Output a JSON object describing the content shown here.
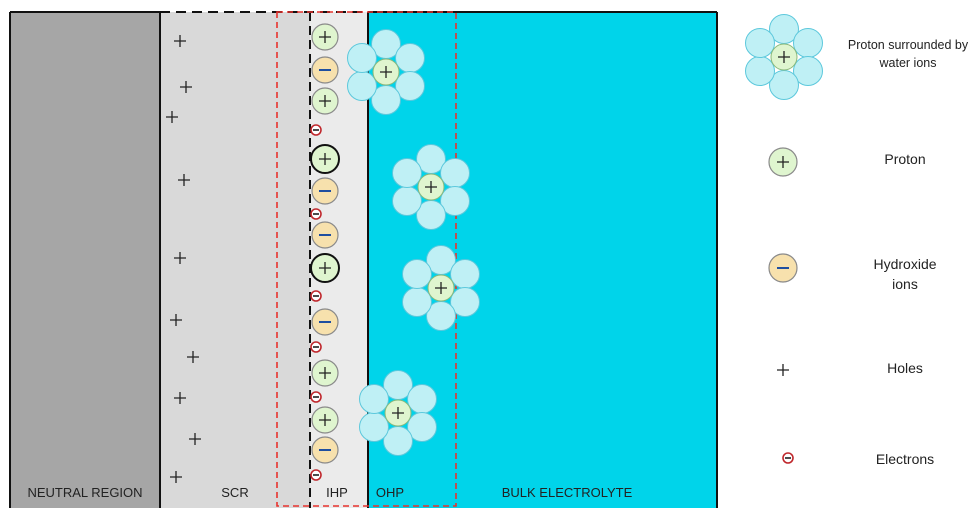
{
  "regions": {
    "neutral_region": "NEUTRAL REGION",
    "scr": "SCR",
    "ihp": "IHP",
    "ohp": "OHP",
    "bulk_electrolyte": "BULK ELECTROLYTE"
  },
  "legend": {
    "proton_surrounded": "Proton surrounded by water ions",
    "proton": "Proton",
    "hydroxide": "Hydroxide ions",
    "holes": "Holes",
    "electrons": "Electrons"
  },
  "colors": {
    "neutral_region": "#a6a6a6",
    "scr": "#d9d9d9",
    "ihp": "#ebebeb",
    "bulk_electrolyte": "#00d4ea",
    "proton_fill": "#dff5cf",
    "hydroxide_fill": "#f7e1ad",
    "water_fill": "#bff0f5",
    "water_stroke": "#5cc8dc",
    "dashed_box": "#e8322d",
    "electron_stroke": "#c0282d"
  }
}
